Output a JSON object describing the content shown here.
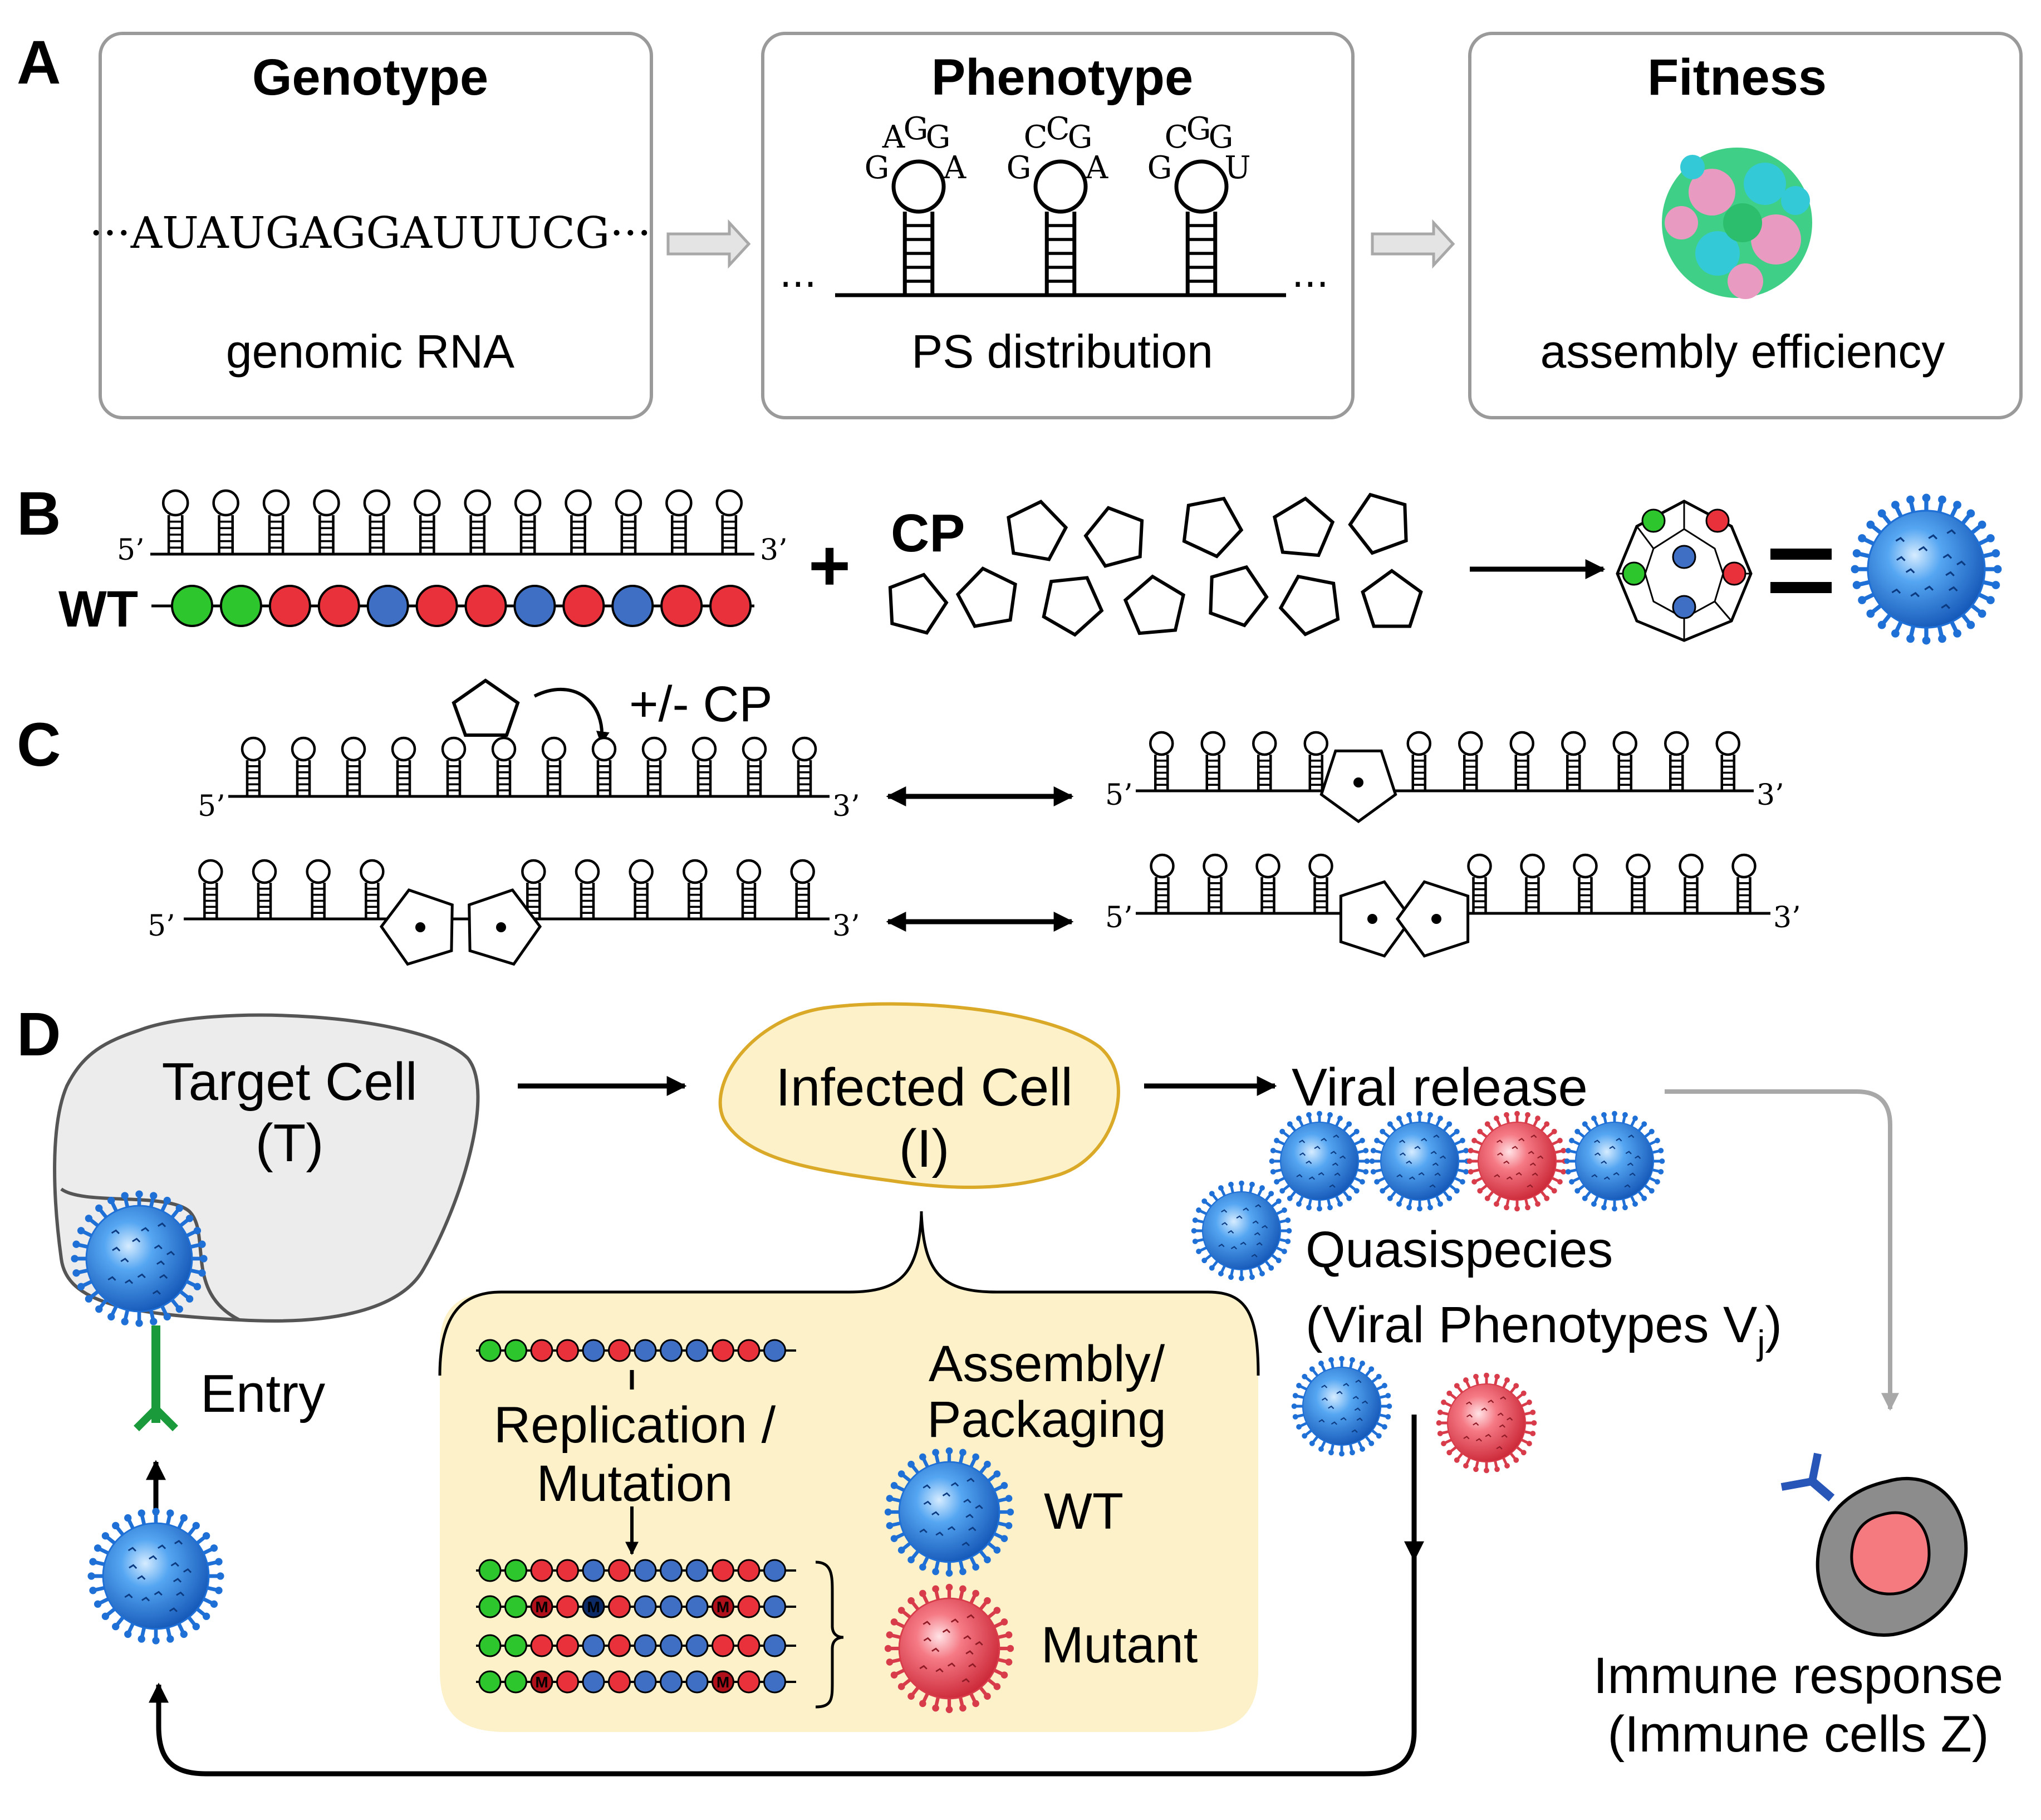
{
  "panel_a": {
    "letter": "A",
    "genotype": {
      "title": "Genotype",
      "sequence": "···AUAUGAGGAUUUCG···",
      "caption": "genomic RNA"
    },
    "phenotype": {
      "title": "Phenotype",
      "caption": "PS distribution",
      "loops": [
        {
          "l1": "G",
          "l2": "A",
          "l3": "G",
          "l4": "G",
          "l5": "A"
        },
        {
          "l1": "G",
          "l2": "C",
          "l3": "C",
          "l4": "G",
          "l5": "A"
        },
        {
          "l1": "G",
          "l2": "C",
          "l3": "G",
          "l4": "G",
          "l5": "U"
        }
      ]
    },
    "fitness": {
      "title": "Fitness",
      "caption": "assembly efficiency"
    }
  },
  "panel_b": {
    "letter": "B",
    "five_prime": "5’",
    "three_prime": "3’",
    "wt_label": "WT",
    "cp_label": "CP",
    "plus": "+",
    "beads": [
      "green",
      "green",
      "red",
      "red",
      "blue",
      "red",
      "red",
      "blue",
      "red",
      "blue",
      "red",
      "red"
    ]
  },
  "panel_c": {
    "letter": "C",
    "cp_label": "+/- CP",
    "five_prime": "5’",
    "three_prime": "3’"
  },
  "panel_d": {
    "letter": "D",
    "target_cell": {
      "line1": "Target Cell",
      "line2": "(T)"
    },
    "infected_cell": {
      "line1": "Infected Cell",
      "line2": "(I)"
    },
    "viral_release": "Viral release",
    "quasispecies": {
      "line1": "Quasispecies",
      "line2": "(Viral Phenotypes V",
      "subscript": "j",
      "close": ")"
    },
    "entry": "Entry",
    "replication": {
      "line1": "Replication /",
      "line2": "Mutation"
    },
    "assembly": {
      "line1": "Assembly/",
      "line2": "Packaging"
    },
    "wt": "WT",
    "mutant": "Mutant",
    "mutation_mark": "M",
    "immune": {
      "line1": "Immune response",
      "line2": "(Immune cells Z)"
    }
  },
  "colors": {
    "green": "#2dc62d",
    "red": "#e8313b",
    "blue": "#3f6fc4",
    "virus_blue": "#2f86ea",
    "virus_red": "#ee5a66",
    "infected_fill": "#fcf1c9",
    "infected_stroke": "#d9a927",
    "cell_grey": "#ececec",
    "arrow_grey": "#a8a8a8",
    "receptor_green": "#1a9a3a",
    "receptor_blue": "#2855b8",
    "nucleus_pink": "#f47a80"
  }
}
